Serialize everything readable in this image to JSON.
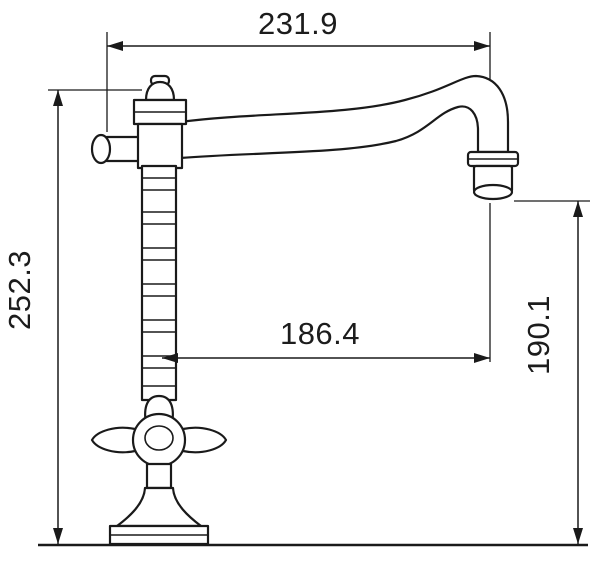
{
  "diagram": {
    "type": "technical-dimension-drawing",
    "subject": "faucet-side-elevation",
    "dimensions": {
      "overall_width": "231.9",
      "overall_height": "252.3",
      "spout_reach": "186.4",
      "spout_height": "190.1"
    },
    "colors": {
      "line": "#1a1a1a",
      "text": "#1c1c1c",
      "background": "#ffffff"
    }
  }
}
